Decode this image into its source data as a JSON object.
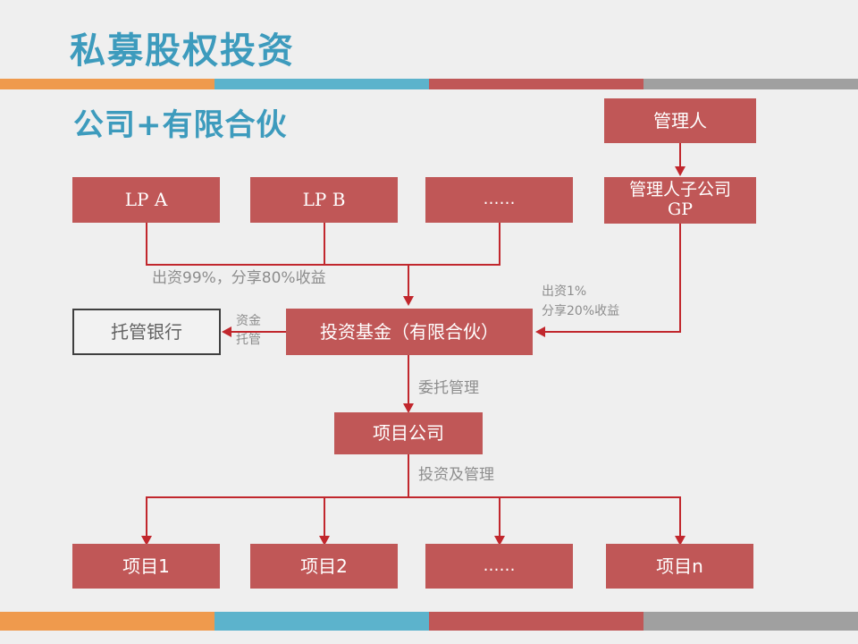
{
  "slide": {
    "title": "私募股权投资",
    "subtitle": "公司+有限合伙",
    "accent_blue": "#3d9bbd",
    "accent_red": "#c05757",
    "connector_red": "#c1272d",
    "label_gray": "#8d8d8d",
    "background": "#efefef"
  },
  "decor": {
    "top_bar_colors": [
      "#ef9a4d",
      "#5cb3cc",
      "#c05757",
      "#a0a0a0"
    ],
    "bottom_bar_colors": [
      "#ef9a4d",
      "#5cb3cc",
      "#c05757",
      "#a0a0a0"
    ]
  },
  "nodes": {
    "manager": "管理人",
    "manager_sub_line1": "管理人子公司",
    "manager_sub_line2": "GP",
    "lp_a": "LP A",
    "lp_b": "LP B",
    "lp_more": "……",
    "custodian_bank": "托管银行",
    "fund": "投资基金（有限合伙）",
    "project_company": "项目公司",
    "project_1": "项目1",
    "project_2": "项目2",
    "project_more": "……",
    "project_n": "项目n"
  },
  "edge_labels": {
    "lp_contribution": "出资99%，分享80%收益",
    "gp_contribution_line1": "出资1%",
    "gp_contribution_line2": "分享20%收益",
    "custody_line1": "资金",
    "custody_line2": "托管",
    "entrusted_management": "委托管理",
    "invest_and_manage": "投资及管理"
  }
}
